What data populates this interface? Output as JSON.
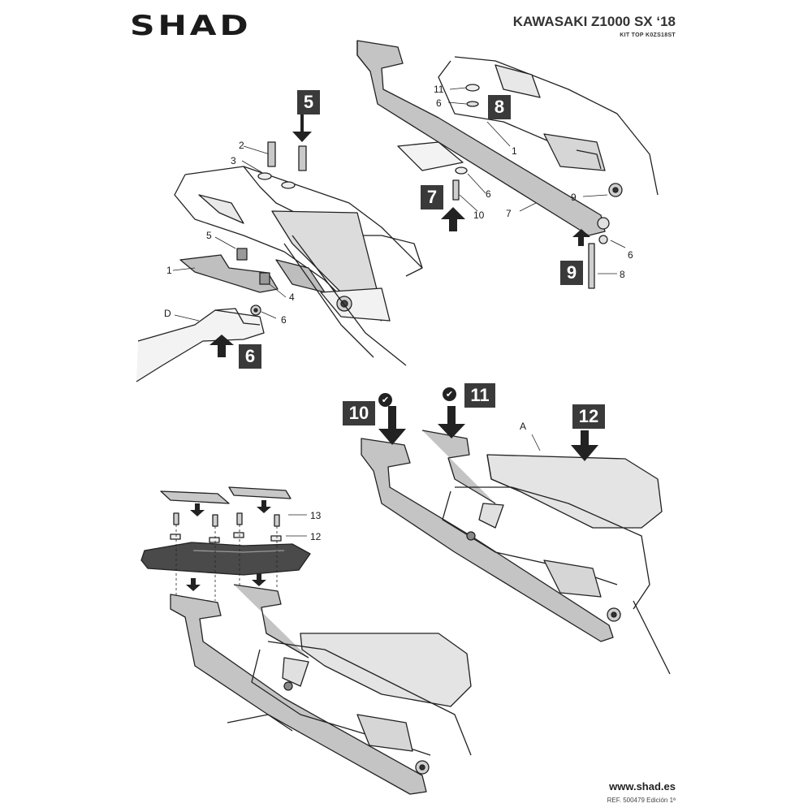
{
  "header": {
    "brand": "SHAD",
    "model": "KAWASAKI Z1000 SX ‘18",
    "kit": "KIT TOP K0ZS18ST"
  },
  "footer": {
    "website": "www.shad.es",
    "reference": "REF. 500479 Edición 1ª"
  },
  "steps": {
    "s5": "5",
    "s6": "6",
    "s7": "7",
    "s8": "8",
    "s9": "9",
    "s10": "10",
    "s11": "11",
    "s12": "12"
  },
  "callouts": {
    "fig1": {
      "c2": "2",
      "c3": "3",
      "c5": "5",
      "c1": "1",
      "c4": "4",
      "cD": "D",
      "c6": "6"
    },
    "fig2": {
      "c11": "11",
      "c6a": "6",
      "c1": "1",
      "c6b": "6",
      "c10": "10",
      "c7": "7",
      "c9": "9",
      "c6c": "6",
      "c8": "8"
    },
    "fig3": {
      "cA": "A"
    },
    "fig4": {
      "c13": "13",
      "c12": "12"
    }
  },
  "icons": {
    "check": "✔",
    "arrow": "down-arrow-icon"
  }
}
